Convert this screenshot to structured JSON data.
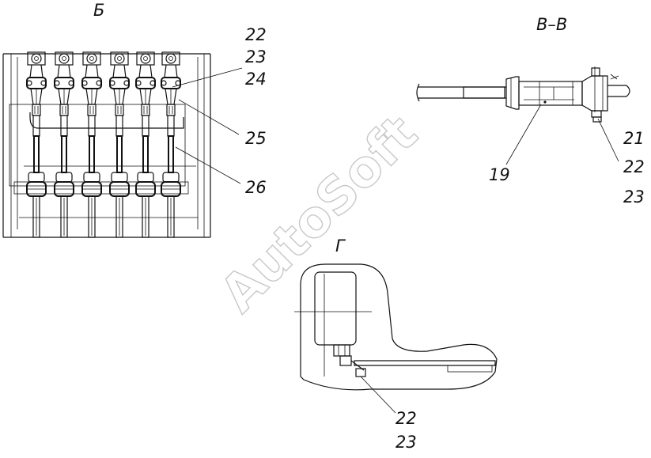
{
  "views": {
    "b": {
      "title": "Б",
      "callouts": {
        "c22": "22",
        "c23": "23",
        "c24": "24",
        "c25": "25",
        "c26": "26"
      }
    },
    "vv": {
      "title": "В–В",
      "callouts": {
        "c19": "19",
        "c21": "21",
        "c22": "22",
        "c23": "23"
      }
    },
    "g": {
      "title": "Г",
      "callouts": {
        "c22": "22",
        "c23": "23"
      }
    }
  },
  "watermark": "AutoSoft"
}
